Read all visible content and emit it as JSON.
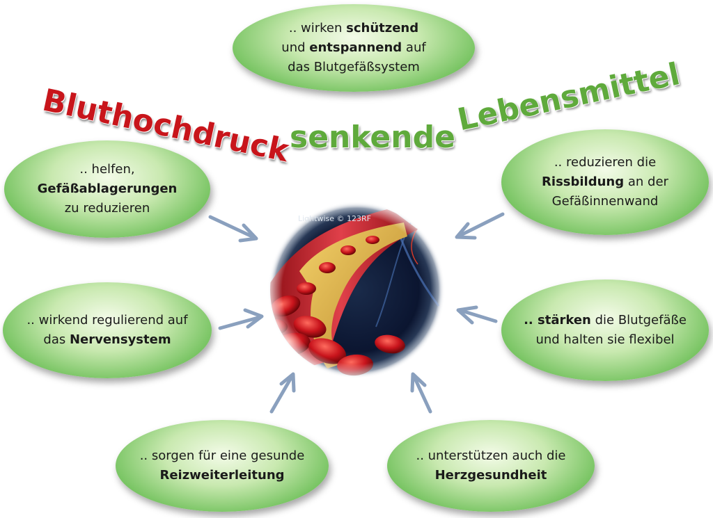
{
  "title": {
    "word1": "Bluthochdruck",
    "word2": "senkende",
    "word3": "Lebensmittel"
  },
  "bubbles": {
    "top": {
      "l1a": ".. wirken ",
      "l1b": "schützend",
      "l2a": "und ",
      "l2b": "entspannend",
      "l2c": " auf",
      "l3": "das Blutgefäßsystem"
    },
    "left_upper": {
      "l1": ".. helfen,",
      "l2": "Gefäßablagerungen",
      "l3": "zu reduzieren"
    },
    "right_upper": {
      "l1": ".. reduzieren die",
      "l2a": "Rissbildung",
      "l2b": " an der",
      "l3": "Gefäßinnenwand"
    },
    "left_middle": {
      "l1": ".. wirkend regulierend auf",
      "l2a": "das ",
      "l2b": "Nervensystem"
    },
    "right_middle": {
      "l1a": ".. stärken",
      "l1b": " die Blutgefäße",
      "l2": "und halten sie flexibel"
    },
    "bottom_left": {
      "l1": ".. sorgen für eine gesunde",
      "l2": "Reizweiterleitung"
    },
    "bottom_right": {
      "l1": ".. unterstützen auch die",
      "l2": "Herzgesundheit"
    }
  },
  "image": {
    "watermark": "Lightwise © 123RF"
  }
}
